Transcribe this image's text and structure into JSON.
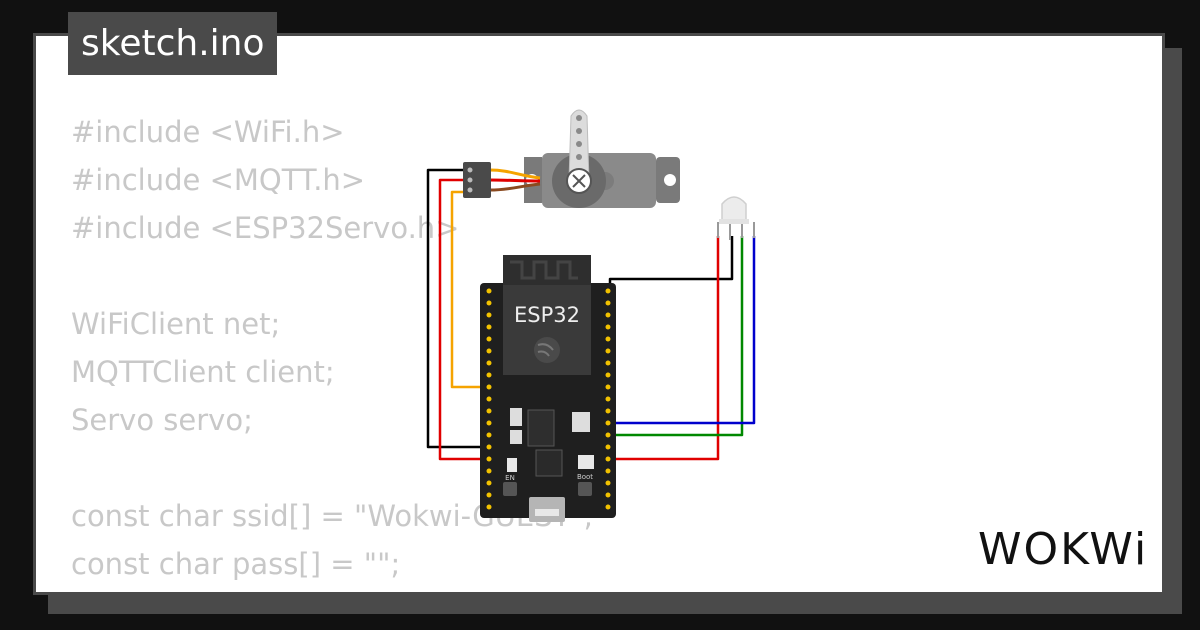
{
  "file_tab": {
    "label": "sketch.ino"
  },
  "code_lines": [
    "#include <WiFi.h>",
    "#include <MQTT.h>",
    "#include <ESP32Servo.h>",
    "",
    "WiFiClient net;",
    "MQTTClient client;",
    "Servo servo;",
    "",
    "const char ssid[] = \"Wokwi-GUEST\";",
    "const char pass[] = \"\";"
  ],
  "board": {
    "chip_label": "ESP32",
    "en_label": "EN",
    "boot_label": "Boot"
  },
  "brand": {
    "logo_text": "WOKWi"
  },
  "colors": {
    "background": "#111111",
    "frame": "#4a4a4a",
    "code_text": "#c8c8c8",
    "wire_black": "#000000",
    "wire_red": "#e00000",
    "wire_orange": "#f5a300",
    "wire_green": "#008800",
    "wire_blue": "#0000cc"
  }
}
